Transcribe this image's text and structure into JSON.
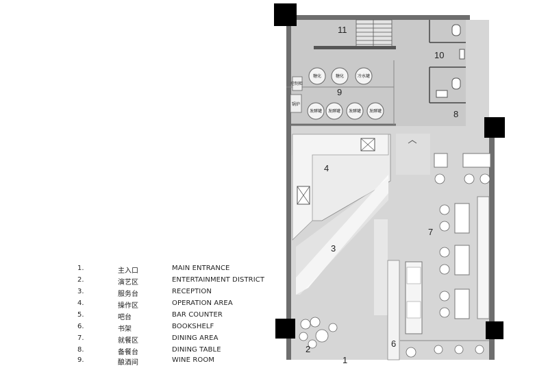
{
  "legend": [
    {
      "num": "1.",
      "cn": "主入口",
      "en": "MAIN ENTRANCE"
    },
    {
      "num": "2.",
      "cn": "演艺区",
      "en": "ENTERTAINMENT DISTRICT"
    },
    {
      "num": "3.",
      "cn": "服务台",
      "en": "RECEPTION"
    },
    {
      "num": "4.",
      "cn": "操作区",
      "en": "OPERATION AREA"
    },
    {
      "num": "5.",
      "cn": "吧台",
      "en": "BAR COUNTER"
    },
    {
      "num": "6.",
      "cn": "书架",
      "en": "BOOKSHELF"
    },
    {
      "num": "7.",
      "cn": "就餐区",
      "en": "DINING AREA"
    },
    {
      "num": "8.",
      "cn": "备餐台",
      "en": "DINING TABLE"
    },
    {
      "num": "9.",
      "cn": "酿酒间",
      "en": "WINE ROOM"
    }
  ],
  "zones": {
    "z1": "1",
    "z2": "2",
    "z3": "3",
    "z4": "4",
    "z6": "6",
    "z7": "7",
    "z8": "8",
    "z9": "9",
    "z10": "10",
    "z11": "11"
  },
  "tank_labels": {
    "t1": "糖化",
    "t2": "糖化",
    "t3": "冷水罐",
    "f1": "发酵罐",
    "f2": "发酵罐",
    "f3": "发酵罐",
    "f4": "发酵罐",
    "c1": "控制柜",
    "c2": "锅炉"
  }
}
